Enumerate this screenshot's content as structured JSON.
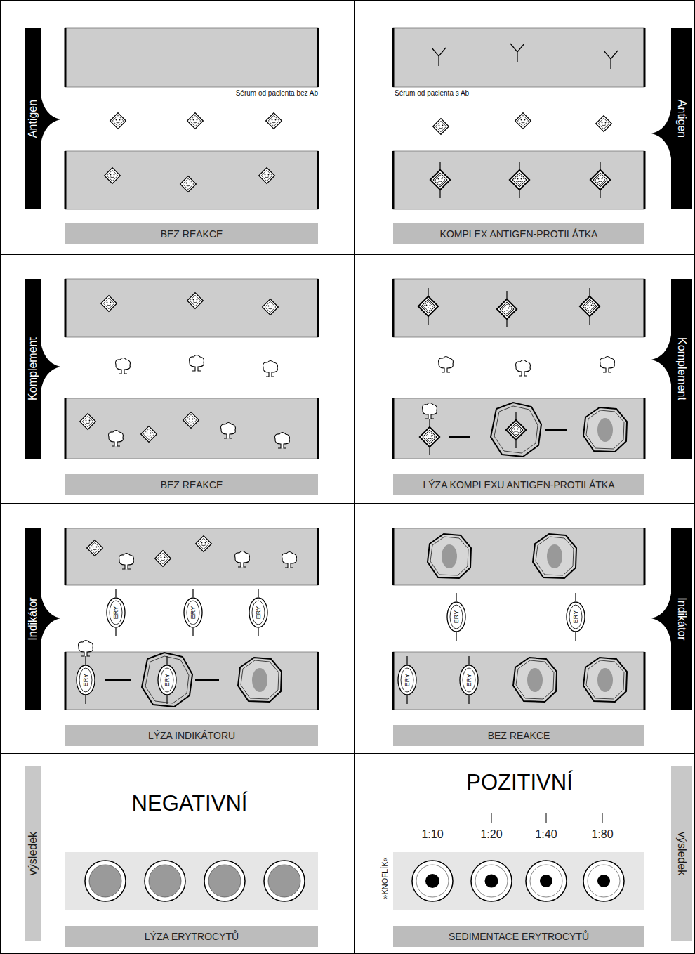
{
  "diagram": {
    "nodes": [
      {
        "text": [
          "Antigen"
        ]
      },
      {
        "text": [
          "BEZ REAKCE"
        ]
      },
      {
        "text": [
          "Antigen"
        ]
      },
      {
        "text": [
          "KOMPLEX ANTIGEN-PROTILÁTKA"
        ]
      },
      {
        "text": [
          "Komplement"
        ]
      },
      {
        "text": [
          "BEZ REAKCE"
        ]
      },
      {
        "text": [
          "Komplement"
        ]
      },
      {
        "text": [
          "LÝZA KOMPLEXU ANTIGEN-PROTILÁTKA"
        ]
      },
      {
        "text": [
          "Indikátor"
        ]
      },
      {
        "text": [
          "ERY"
        ]
      },
      {
        "text": [
          "ERY"
        ]
      },
      {
        "text": [
          "ERY"
        ]
      },
      {
        "text": [
          "ERY"
        ]
      },
      {
        "text": [
          "ERY"
        ]
      },
      {
        "text": [
          "LÝZA INDIKÁTORU"
        ]
      },
      {
        "text": [
          "Indikátor"
        ]
      },
      {
        "text": [
          "ERY"
        ]
      },
      {
        "text": [
          "ERY"
        ]
      },
      {
        "text": [
          "ERY"
        ]
      },
      {
        "text": [
          "ERY"
        ]
      },
      {
        "text": [
          "BEZ REAKCE"
        ]
      },
      {
        "text": [
          "výsledek"
        ]
      },
      {
        "text": [
          "LÝZA ERYTROCYTŮ"
        ]
      },
      {
        "text": [
          "výsledek"
        ]
      },
      {
        "text": [
          "SEDIMENTACE ERYTROCYTŮ"
        ]
      }
    ],
    "labels": [
      "Sérum od pacienta bez Ab",
      "Sérum od pacienta s Ab",
      "NEGATIVNÍ",
      "POZITIVNÍ",
      "1:10",
      "1:20",
      "1:40",
      "1:80",
      "»KNOFLÍK«"
    ]
  }
}
